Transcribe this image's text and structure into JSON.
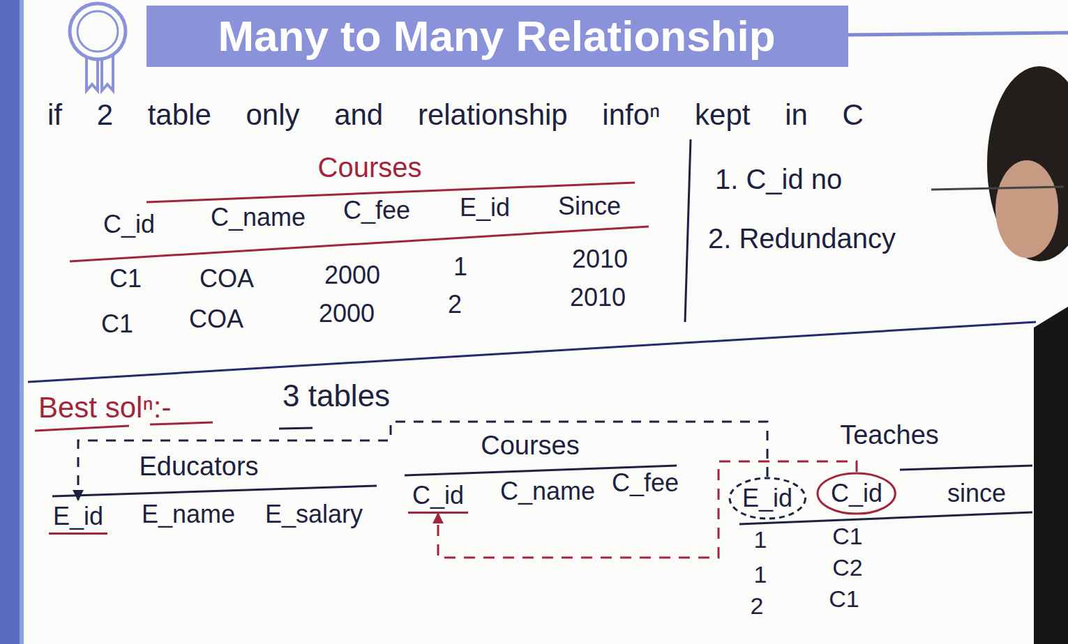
{
  "diagram": {
    "title": "Many to Many Relationship",
    "nodes": [
      {
        "text": [
          "E_id"
        ]
      },
      {
        "text": [
          "C_id"
        ]
      },
      {
        "text": [
          "E_id"
        ]
      },
      {
        "text": [
          "C_id"
        ]
      }
    ],
    "edges": [
      {
        "from": 2,
        "to": 0,
        "arrow": "to"
      },
      {
        "from": 3,
        "to": 1,
        "arrow": "to"
      }
    ],
    "labels": [
      "if 2 table only and relationship infoⁿ kept in C",
      "Courses",
      "C_id",
      "C_name",
      "C_fee",
      "E_id",
      "Since",
      "C1",
      "COA",
      "2000",
      "1",
      "2010",
      "C1",
      "COA",
      "2000",
      "2",
      "2010",
      "1. C_id no",
      "2. Redundancy",
      "Best solⁿ:-",
      "3 tables",
      "Educators",
      "E_name",
      "E_salary",
      "Courses",
      "C_name",
      "C_fee",
      "Teaches",
      "since",
      "1",
      "C1",
      "1",
      "C2",
      "2",
      "C1"
    ]
  }
}
